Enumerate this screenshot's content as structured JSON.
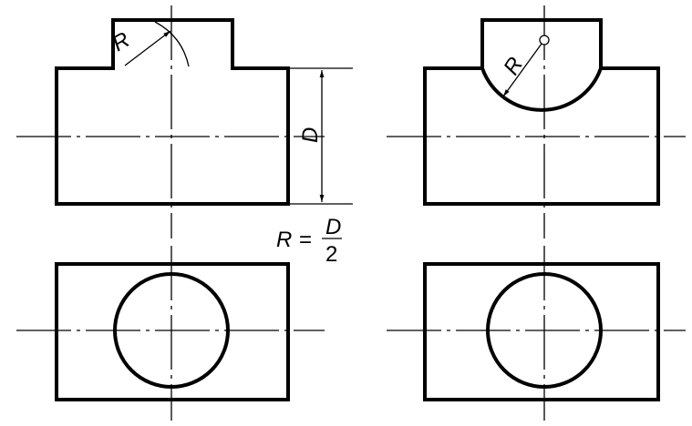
{
  "labels": {
    "radius_symbol": "R",
    "diameter_symbol": "D",
    "formula": {
      "lhs": "R",
      "equals": "=",
      "numerator": "D",
      "denominator": "2"
    }
  }
}
